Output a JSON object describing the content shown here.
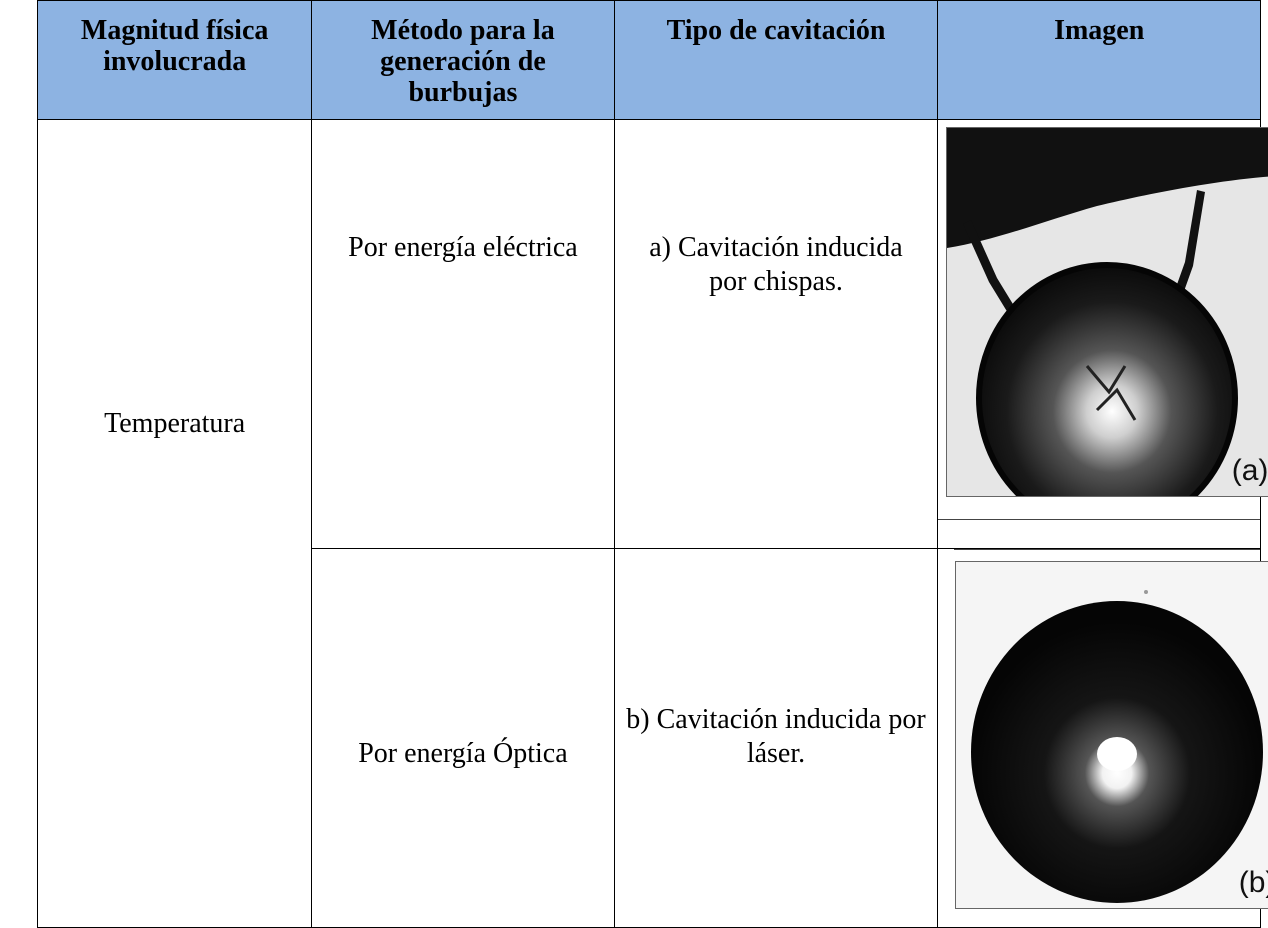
{
  "table": {
    "headers": [
      "Magnitud física involucrada",
      "Método para la generación de burbujas",
      "Tipo de cavitación",
      "Imagen"
    ],
    "magnitude": "Temperatura",
    "rows": [
      {
        "method": "Por energía eléctrica",
        "cavitation": "a) Cavitación inducida por chispas.",
        "image_label": "(a)"
      },
      {
        "method": "Por energía Óptica",
        "cavitation": "b) Cavitación inducida por láser.",
        "image_label": "(b)"
      }
    ],
    "colors": {
      "header_background": "#8db3e2",
      "border": "#000000"
    }
  }
}
